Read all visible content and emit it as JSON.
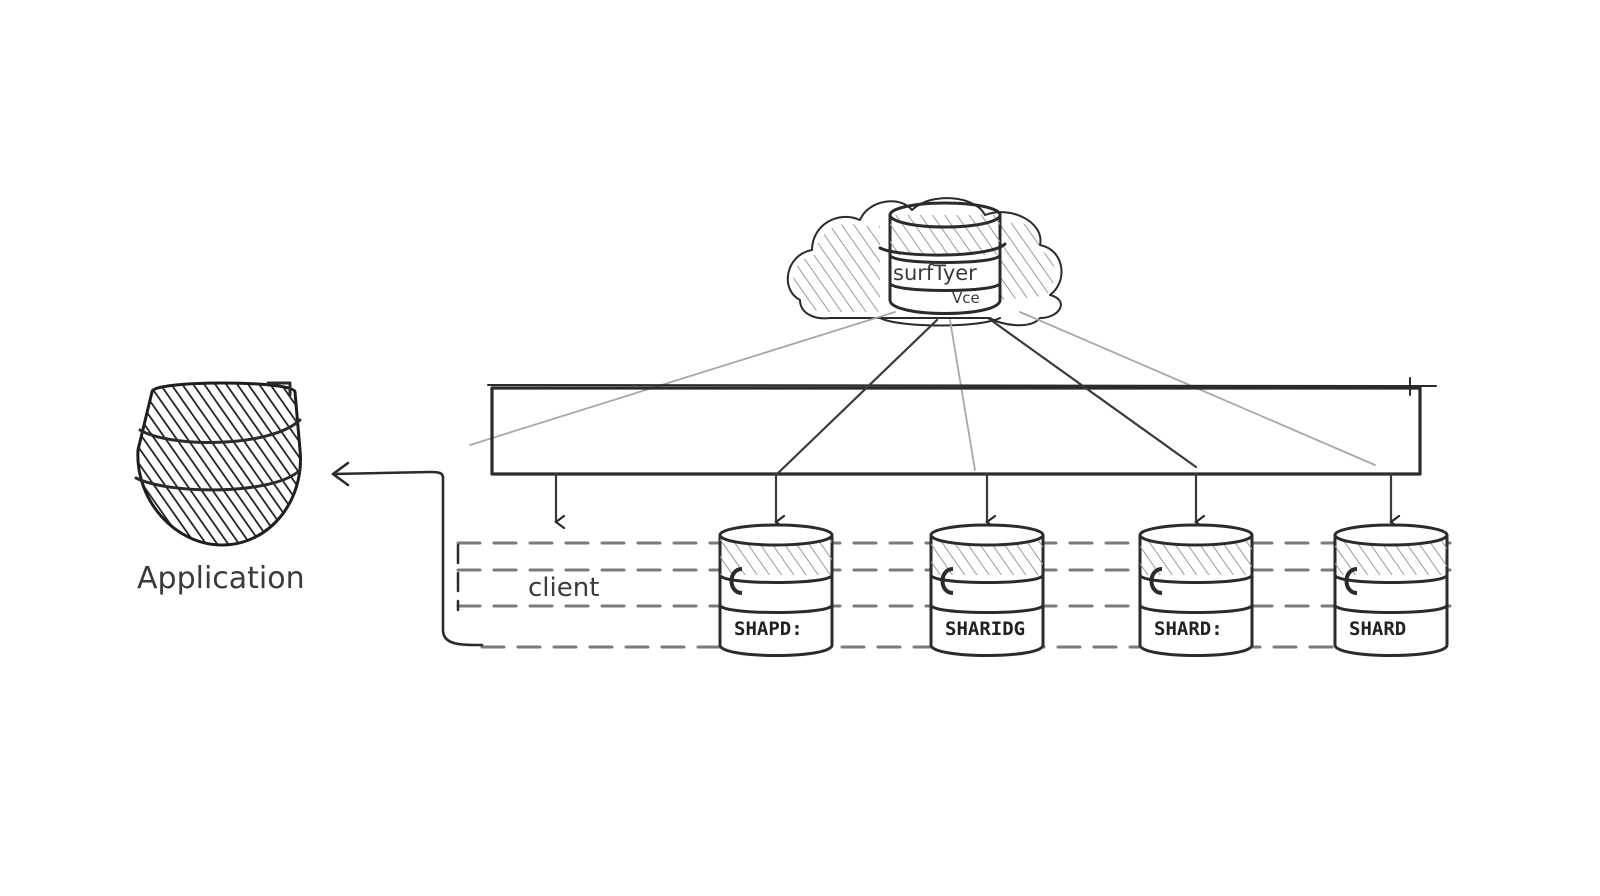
{
  "diagram": {
    "application": {
      "label": "Application"
    },
    "client": {
      "label": "client"
    },
    "router": {
      "label_top": "surfTyer",
      "label_bottom": "Vce"
    },
    "shards": [
      {
        "label": "SHAPD:"
      },
      {
        "label": "SHARIDG"
      },
      {
        "label": "SHARD:"
      },
      {
        "label": "SHARD"
      }
    ]
  },
  "colors": {
    "ink": "#2b2b2b",
    "pencil_grey": "#a8a8a8",
    "dash_grey": "#7a7a7a"
  }
}
